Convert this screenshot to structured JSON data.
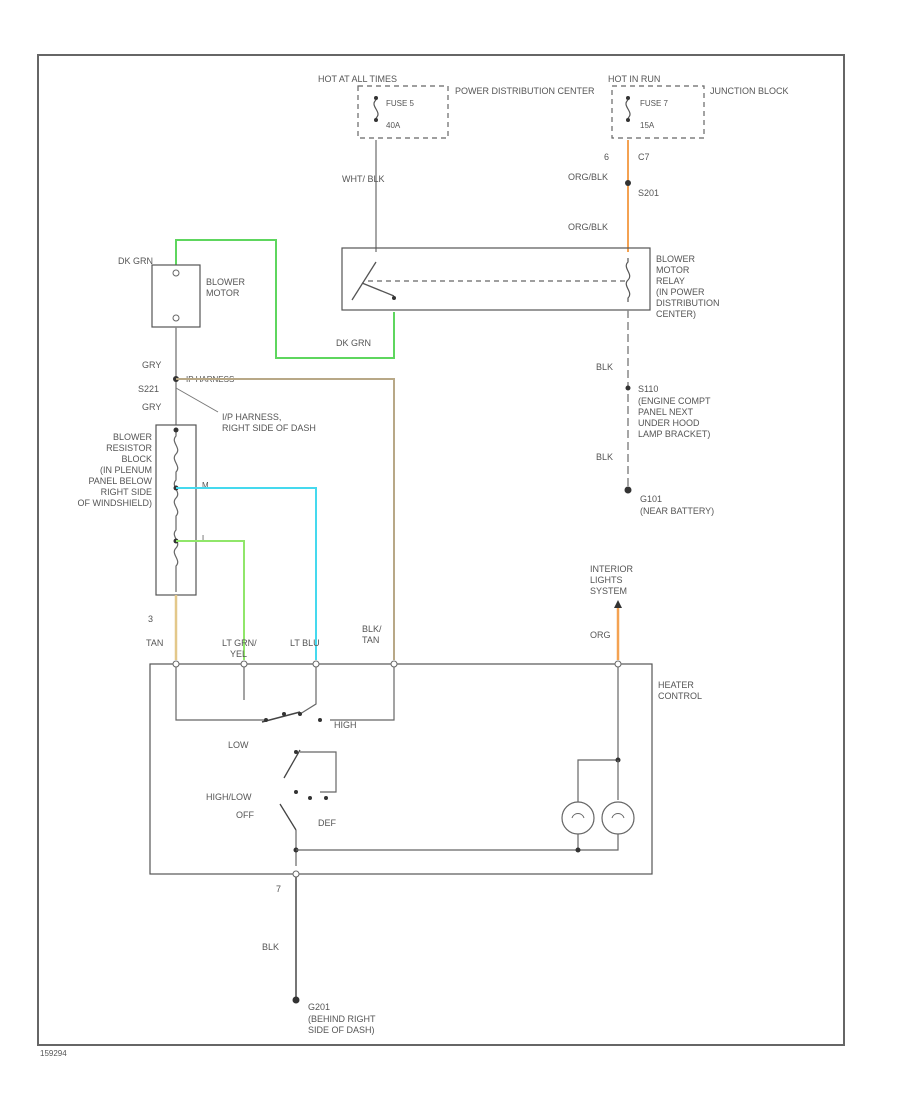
{
  "labels": {
    "hot_at_all_times": "HOT AT ALL TIMES",
    "fuse5": "FUSE 5",
    "fuse5_amp": "40A",
    "pdc_top": "POWER DISTRIBUTION CENTER",
    "hot_in_run": "HOT IN RUN",
    "fuse7": "FUSE 7",
    "fuse7_amp": "15A",
    "junction_block": "JUNCTION BLOCK",
    "wht_blk": "WHT/ BLK",
    "term_6": "6",
    "term_c7": "C7",
    "org_blk_1": "ORG/BLK",
    "s201": "S201",
    "org_blk_2": "ORG/BLK",
    "dk_grn_top": "DK GRN",
    "blower_motor": "BLOWER MOTOR",
    "blower_relay": "BLOWER MOTOR RELAY (IN POWER DISTRIBUTION CENTER)",
    "dk_grn_bottom": "DK GRN",
    "gry_1": "GRY",
    "s221": "S221",
    "ip_harness": "IP HARNESS",
    "gry_2": "GRY",
    "ip_harness_desc": "I/P HARNESS, RIGHT SIDE OF DASH",
    "blk_1": "BLK",
    "s110": "S110",
    "engine_compt": "(ENGINE COMPT PANEL NEXT UNDER HOOD LAMP BRACKET)",
    "blk_2": "BLK",
    "g101": "G101",
    "near_battery": "(NEAR BATTERY)",
    "resistor_block": "BLOWER RESISTOR BLOCK (IN PLENUM PANEL BELOW RIGHT SIDE OF WINDSHIELD)",
    "res_term_m": "M",
    "res_term_l": "L",
    "term_3": "3",
    "interior_lights": "INTERIOR LIGHTS SYSTEM",
    "tan": "TAN",
    "lt_grn_yel": "LT GRN/ YEL",
    "lt_blu": "LT BLU",
    "blk_tan": "BLK/ TAN",
    "org": "ORG",
    "heater_control": "HEATER CONTROL",
    "high": "HIGH",
    "low": "LOW",
    "highlow": "HIGH/LOW",
    "off": "OFF",
    "def": "DEF",
    "term_7": "7",
    "blk_3": "BLK",
    "g201": "G201",
    "g201_desc": "(BEHIND RIGHT SIDE OF DASH)",
    "footer_code": "159294"
  },
  "colors": {
    "dk_grn": "#5ed65e",
    "lt_blu": "#45d9ee",
    "lt_grn": "#90e66a",
    "tan": "#e3c88a",
    "org": "#f4a252",
    "blk_tan": "#b8a887",
    "frame": "#666666",
    "wire_gray": "#888888"
  }
}
